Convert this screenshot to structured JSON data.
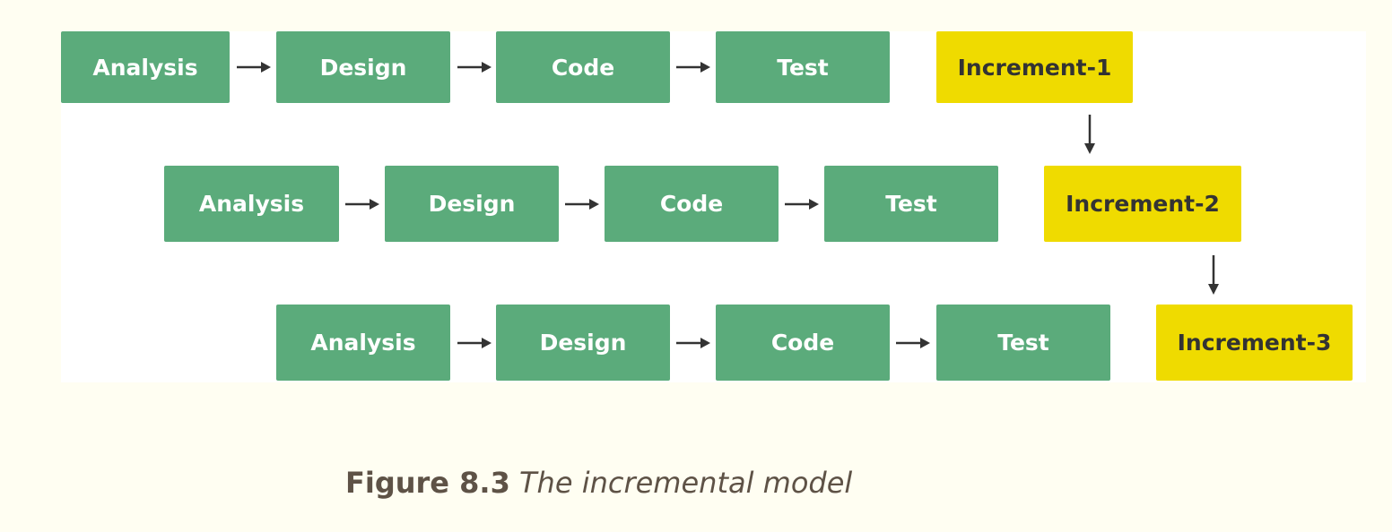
{
  "diagram": {
    "rows": [
      {
        "phases": [
          "Analysis",
          "Design",
          "Code",
          "Test"
        ],
        "increment": "Increment-1"
      },
      {
        "phases": [
          "Analysis",
          "Design",
          "Code",
          "Test"
        ],
        "increment": "Increment-2"
      },
      {
        "phases": [
          "Analysis",
          "Design",
          "Code",
          "Test"
        ],
        "increment": "Increment-3"
      }
    ],
    "colors": {
      "phase": "#5bab7b",
      "increment": "#efdb00",
      "arrow": "#333333"
    }
  },
  "caption": {
    "number": "Figure 8.3",
    "title": "The incremental model"
  }
}
